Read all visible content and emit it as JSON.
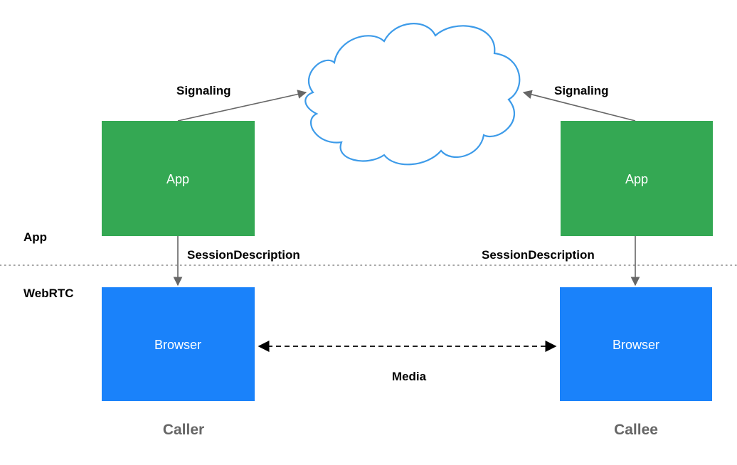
{
  "colors": {
    "app_box": "#34a853",
    "browser_box": "#1a82fa",
    "cloud_stroke": "#3d9be9",
    "connector": "#666666",
    "layer_divider": "#888888",
    "role_text": "#666666"
  },
  "layers": {
    "app": "App",
    "webrtc": "WebRTC"
  },
  "caller": {
    "app_label": "App",
    "browser_label": "Browser",
    "signaling_label": "Signaling",
    "session_label": "SessionDescription",
    "role_label": "Caller"
  },
  "callee": {
    "app_label": "App",
    "browser_label": "Browser",
    "signaling_label": "Signaling",
    "session_label": "SessionDescription",
    "role_label": "Callee"
  },
  "media_label": "Media",
  "cloud_icon": "cloud-icon"
}
